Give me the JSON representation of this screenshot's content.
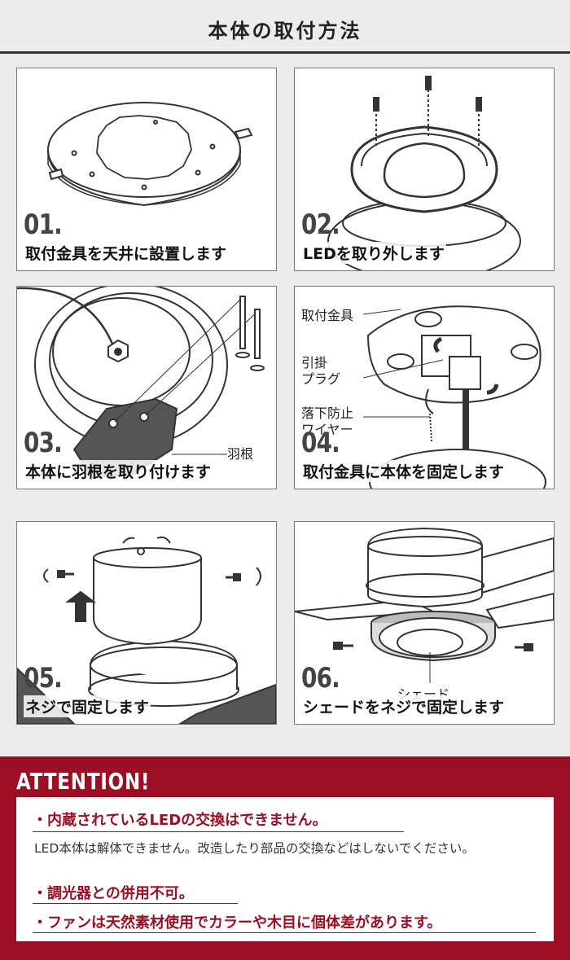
{
  "header": {
    "title": "本体の取付方法"
  },
  "steps": [
    {
      "num": "01.",
      "caption": "取付金具を天井に設置します"
    },
    {
      "num": "02.",
      "caption": "LEDを取り外します"
    },
    {
      "num": "03.",
      "caption": "本体に羽根を取り付けます",
      "labels": [
        "羽根"
      ]
    },
    {
      "num": "04.",
      "caption": "取付金具に本体を固定します",
      "labels": [
        "取付金具",
        "引掛",
        "プラグ",
        "落下防止",
        "ワイヤー"
      ]
    },
    {
      "num": "05.",
      "caption": "ネジで固定します"
    },
    {
      "num": "06.",
      "caption": "シェードをネジで固定します",
      "labels": [
        "シェード"
      ]
    }
  ],
  "attention": {
    "title": "ATTENTION!",
    "notes": [
      {
        "heading": "・内蔵されているLEDの交換はできません。",
        "body": "LED本体は解体できません。改造したり部品の交換などはしないでください。"
      },
      {
        "heading": "・調光器との併用不可。",
        "body": ""
      },
      {
        "heading": "・ファンは天然素材使用でカラーや木目に個体差があります。",
        "body": ""
      }
    ]
  },
  "colors": {
    "accent": "#9b0e23",
    "background": "#ececec"
  }
}
